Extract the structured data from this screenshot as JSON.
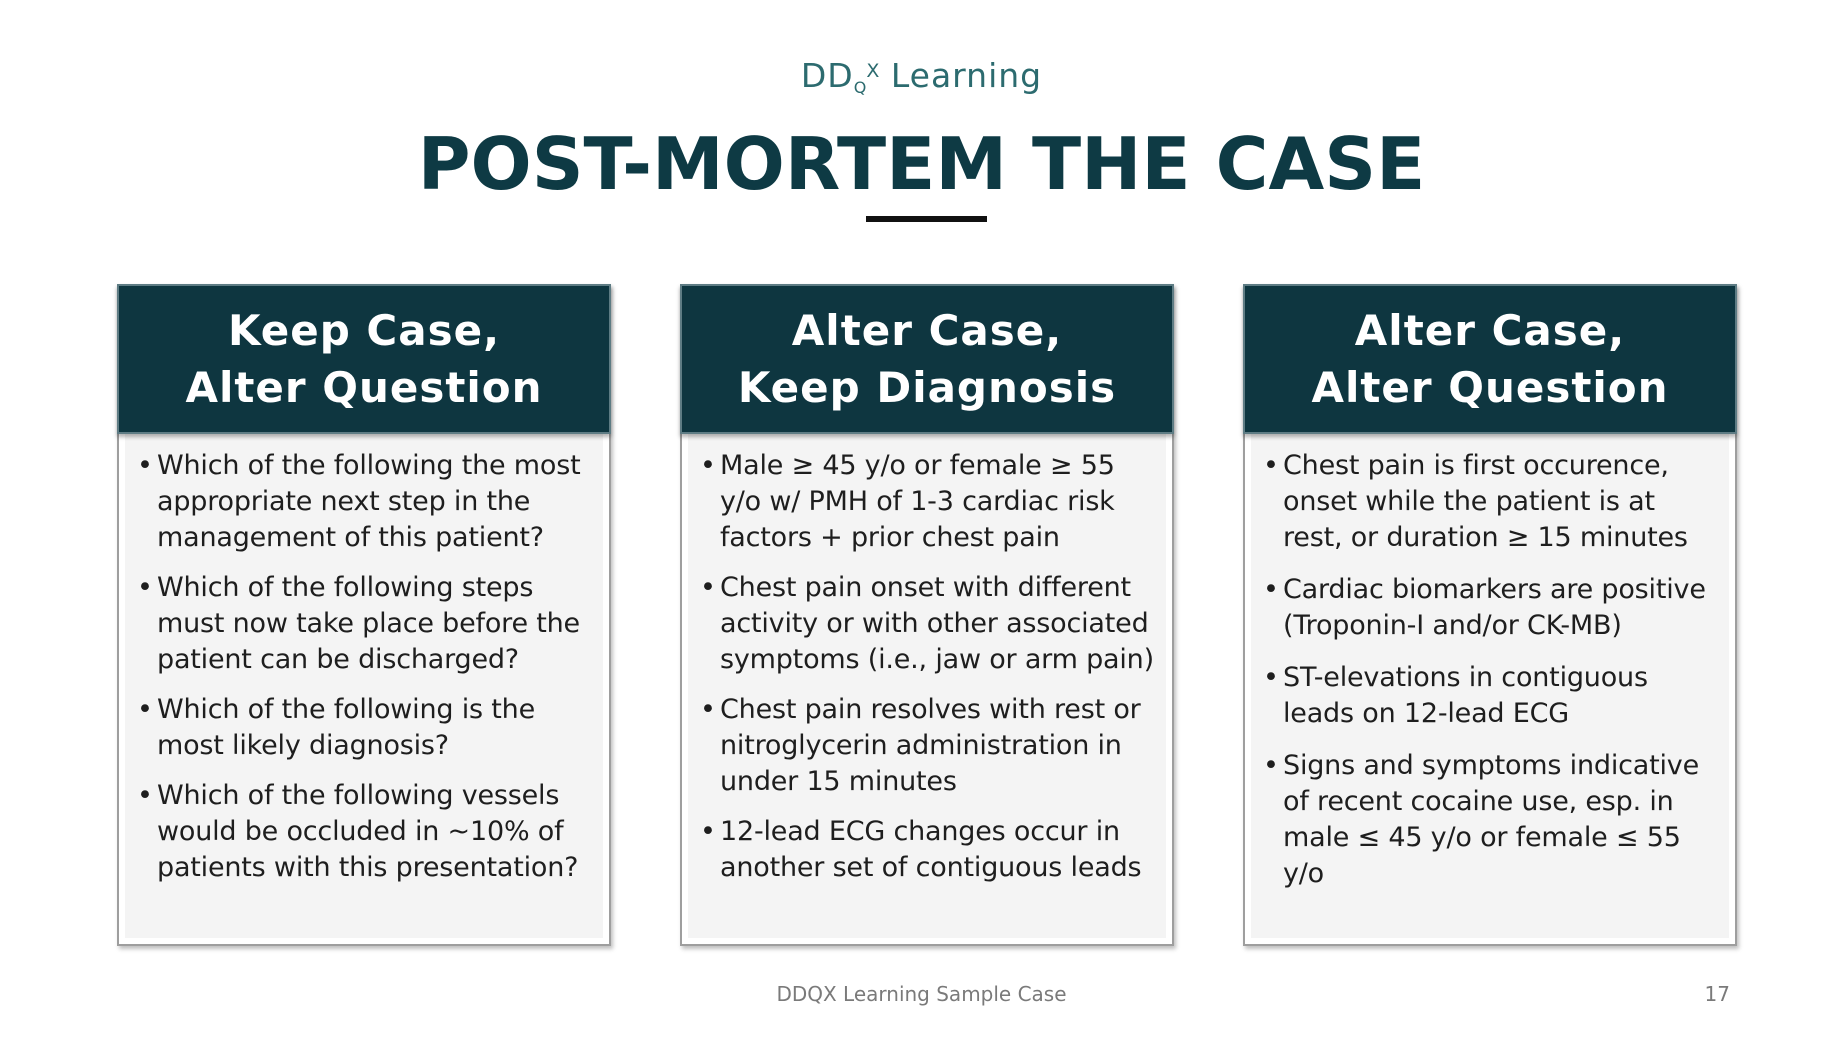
{
  "logo": {
    "main": "DD",
    "subscript": "Q",
    "superscript": "X",
    "suffix": " Learning"
  },
  "title": "POST-MORTEM THE CASE",
  "cards": [
    {
      "header_line1": "Keep Case,",
      "header_line2": "Alter Question",
      "bullets": [
        "Which of the following the most appropriate next step in the management of this patient?",
        "Which of the following steps must now take place before the patient can be discharged?",
        "Which of the following is the most likely diagnosis?",
        "Which of the following vessels would be occluded in ~10% of patients with this presentation?"
      ]
    },
    {
      "header_line1": "Alter Case,",
      "header_line2": "Keep Diagnosis",
      "bullets": [
        "Male ≥ 45 y/o or female ≥ 55 y/o w/ PMH of 1-3 cardiac risk factors + prior chest pain",
        "Chest pain onset with different activity or with other associated symptoms (i.e., jaw or arm pain)",
        "Chest pain resolves with rest or nitroglycerin administration in under 15 minutes",
        "12-lead ECG changes occur in another set of contiguous leads"
      ]
    },
    {
      "header_line1": "Alter Case,",
      "header_line2": "Alter Question",
      "bullets": [
        "Chest pain is first occurence, onset while the patient is at rest, or duration ≥ 15 minutes",
        "Cardiac biomarkers are positive (Troponin-I and/or CK-MB)",
        "ST-elevations in contiguous leads on 12-lead ECG",
        "Signs and symptoms indicative of recent cocaine use, esp. in male ≤ 45 y/o or female ≤ 55 y/o"
      ]
    }
  ],
  "footer": "DDQX Learning Sample Case",
  "page_number": "17",
  "colors": {
    "header_bg": "#0e3640",
    "title": "#0e3a44",
    "logo": "#2c6b6f",
    "card_bg": "#f4f4f4"
  }
}
